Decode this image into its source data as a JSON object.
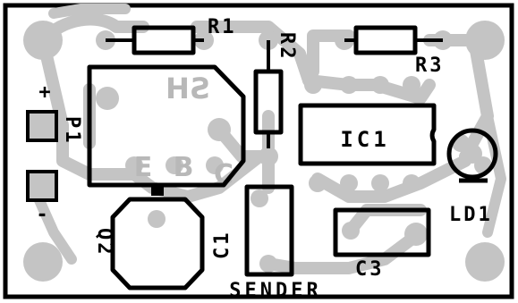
{
  "colors": {
    "background": "#ffffff",
    "copper": "#c4c4c4",
    "copper_edge": "#aaaaaa",
    "ink": "#000000",
    "ghost_text": "#b8b8b8"
  },
  "labels": {
    "r1": "R1",
    "r2": "R2",
    "r3": "R3",
    "ic1": "IC1",
    "ld1": "LD1",
    "p1": "P1",
    "q2": "Q2",
    "c1": "C1",
    "c3": "C3",
    "plus": "+",
    "minus": "-",
    "board_name": "SENDER"
  },
  "transistor_pins": {
    "emitter": "E",
    "base": "B",
    "collector": "C"
  },
  "mirrored_text": "SH"
}
